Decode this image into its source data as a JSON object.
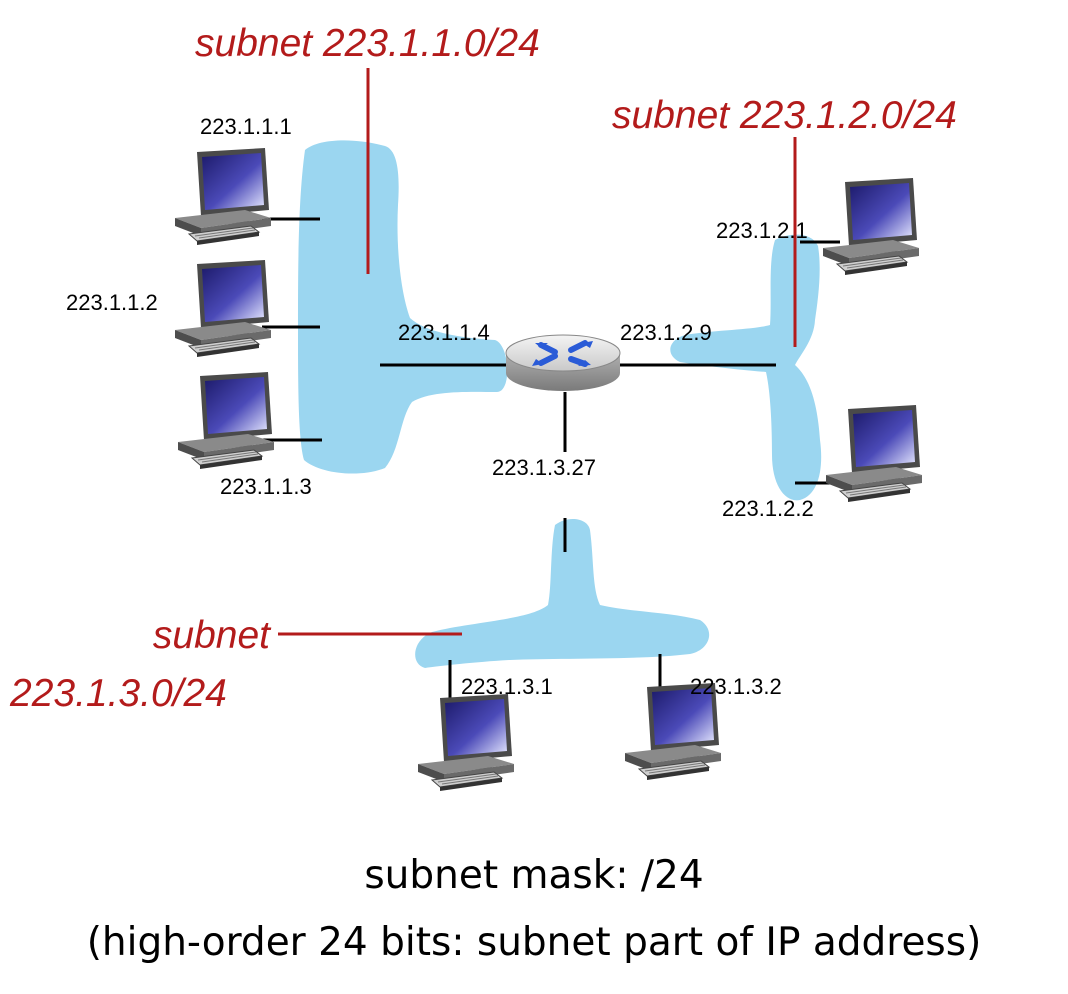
{
  "subnets": {
    "s1": {
      "label": "subnet 223.1.1.0/24"
    },
    "s2": {
      "label": "subnet 223.1.2.0/24"
    },
    "s3": {
      "label_line1": "subnet",
      "label_line2": "223.1.3.0/24"
    }
  },
  "hosts": {
    "h111": "223.1.1.1",
    "h112": "223.1.1.2",
    "h113": "223.1.1.3",
    "h121": "223.1.2.1",
    "h122": "223.1.2.2",
    "h131": "223.1.3.1",
    "h132": "223.1.3.2"
  },
  "router": {
    "if1": "223.1.1.4",
    "if2": "223.1.2.9",
    "if3": "223.1.3.27"
  },
  "caption": {
    "line1": "subnet mask: /24",
    "line2": "(high-order 24 bits: subnet part of IP address)"
  },
  "colors": {
    "subnet_label": "#b31b1b",
    "lan_cloud": "#9bd6f0",
    "router_arrows": "#2a5bd7"
  },
  "icons": {
    "host": "desktop-computer-icon",
    "router": "router-icon"
  }
}
